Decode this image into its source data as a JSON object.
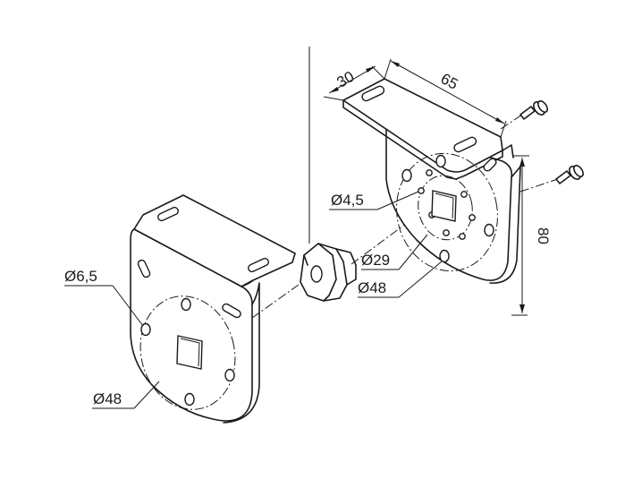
{
  "labels": {
    "left_hole_diameter": "Ø6,5",
    "left_circle_diameter": "Ø48",
    "right_hole_diameter": "Ø4,5",
    "right_inner_circle": "Ø29",
    "right_outer_circle": "Ø48",
    "dim_depth": "30",
    "dim_width": "65",
    "dim_height": "80"
  },
  "colors": {
    "line": "#1a1a1a",
    "background": "#ffffff"
  }
}
